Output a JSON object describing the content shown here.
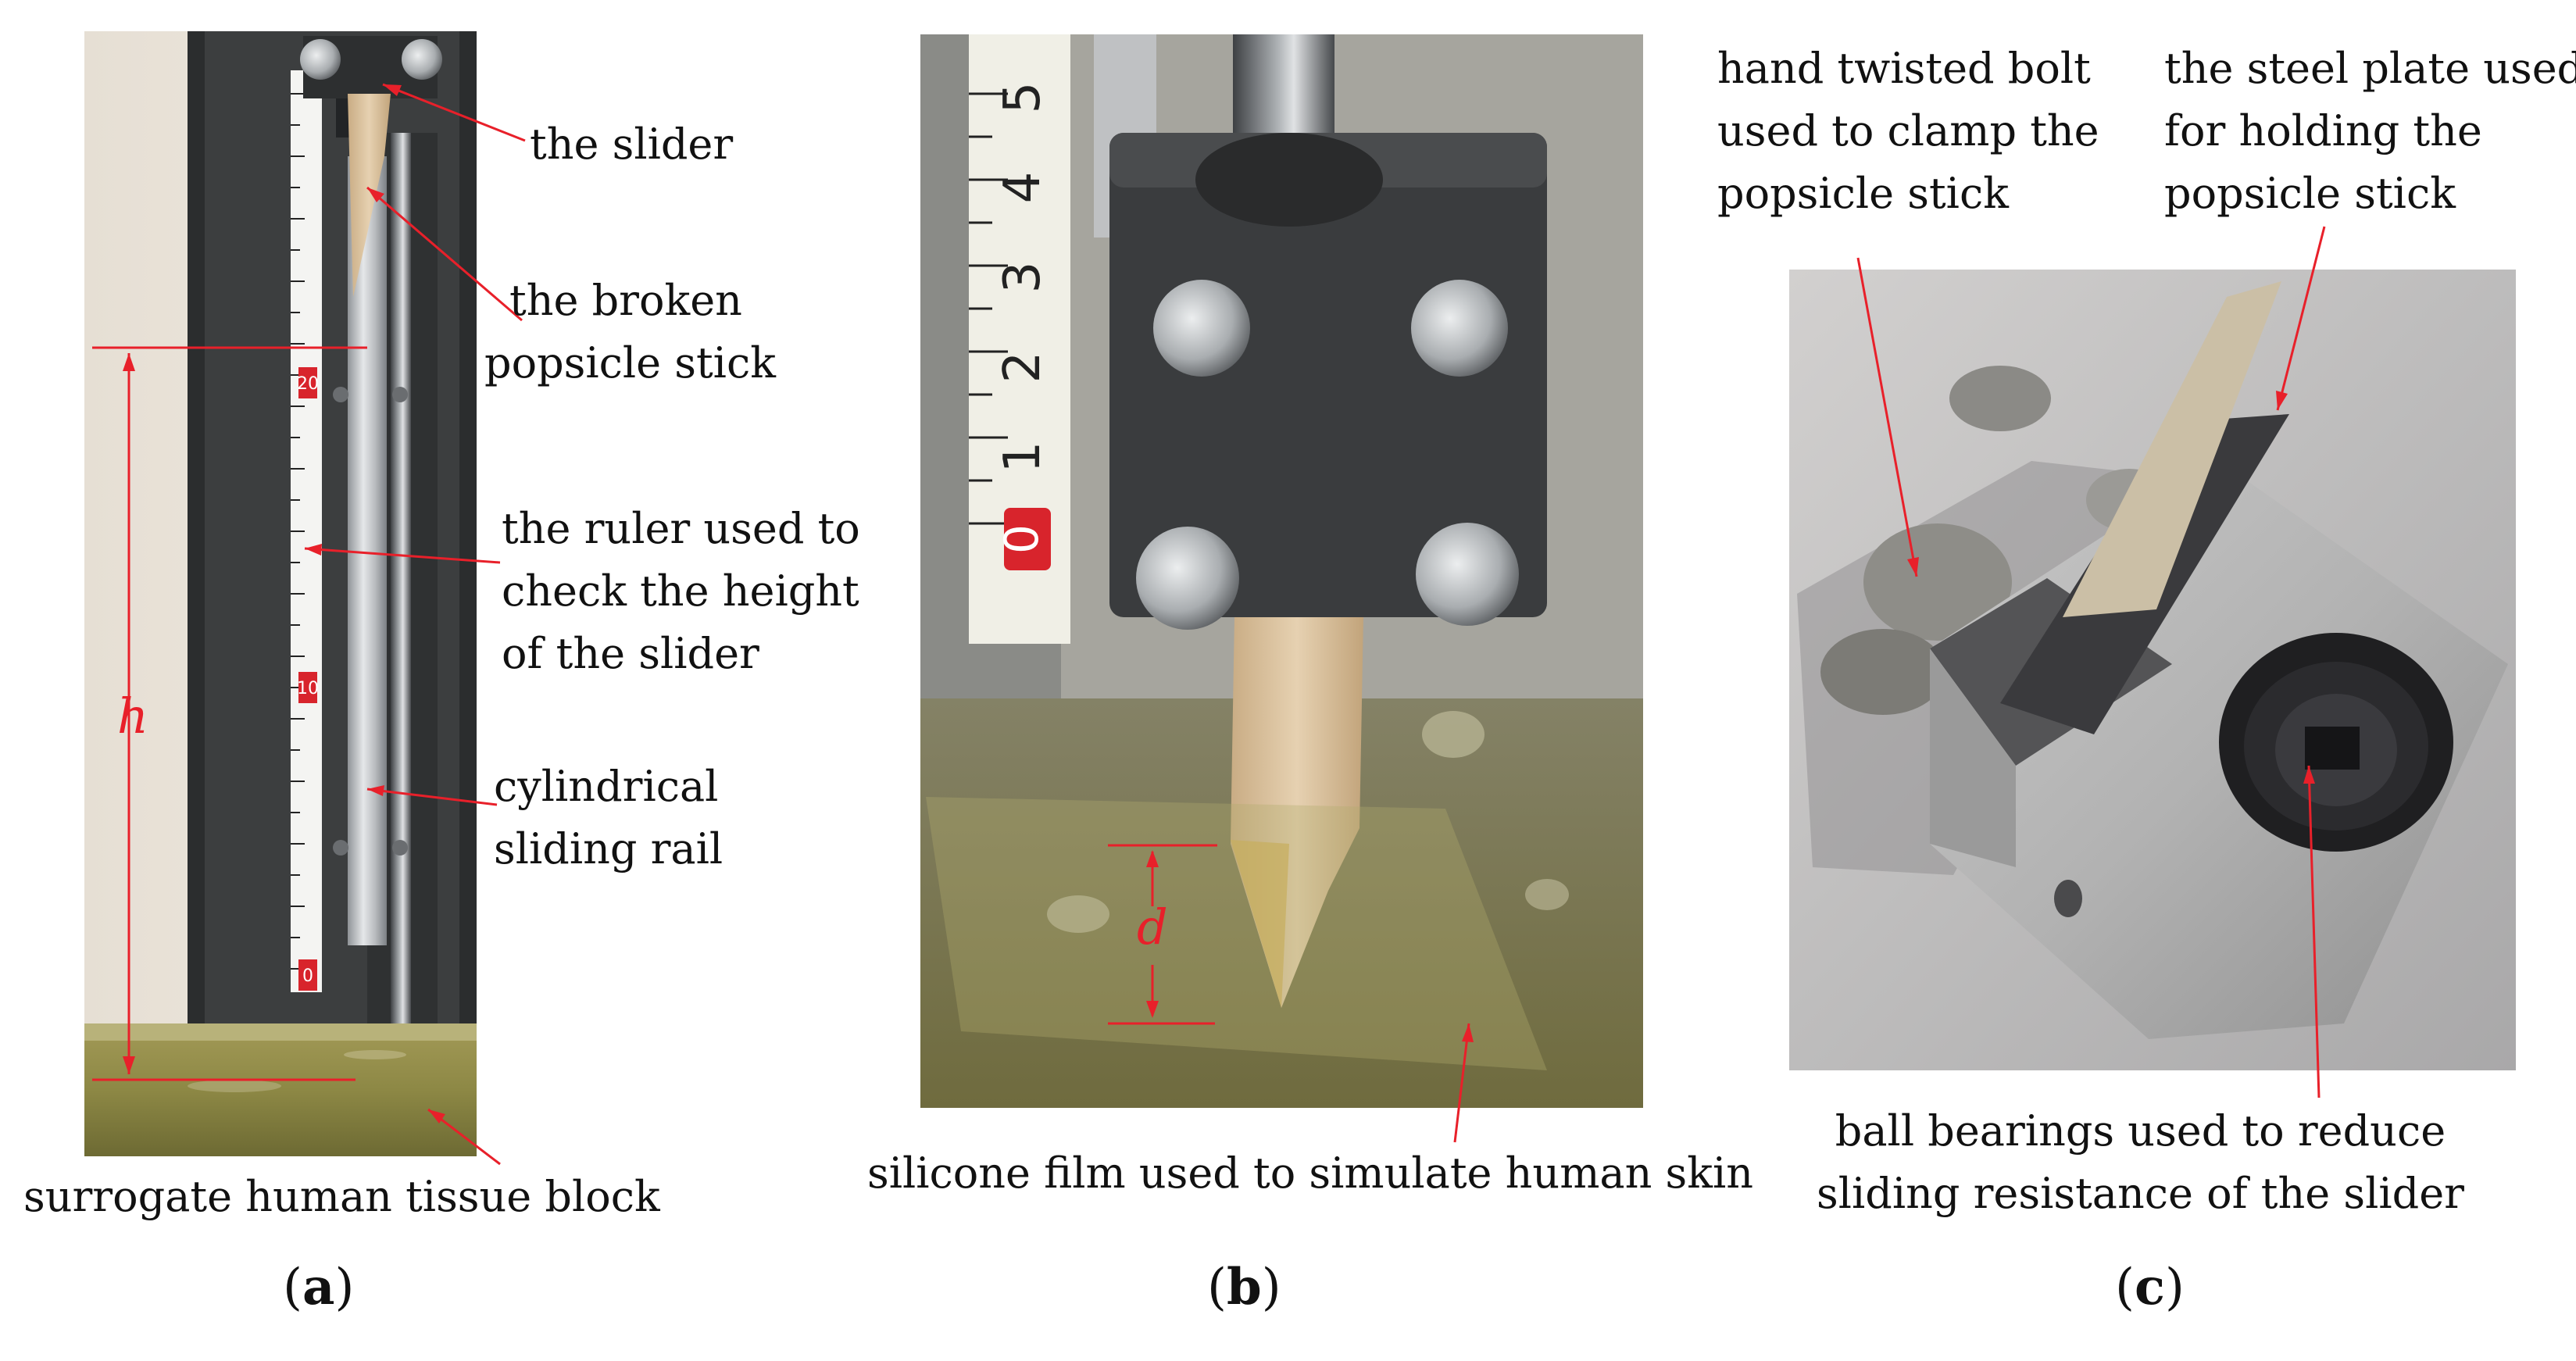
{
  "panel_a": {
    "labels": {
      "slider": "the slider",
      "broken_stick": [
        "the broken",
        "popsicle stick"
      ],
      "ruler": [
        "the ruler used to",
        "check the height",
        "of the slider"
      ],
      "rail": [
        "cylindrical",
        "sliding rail"
      ],
      "tissue": "surrogate human tissue block"
    },
    "dimension": "h",
    "ruler_numbers": [
      "20",
      "10",
      "0"
    ],
    "caption": {
      "open": "(",
      "letter": "a",
      "close": ")"
    }
  },
  "panel_b": {
    "labels": {
      "film": "silicone film used to simulate human skin"
    },
    "dimension": "d",
    "ruler_numbers": [
      "5",
      "4",
      "3",
      "2",
      "1",
      "0"
    ],
    "caption": {
      "open": "(",
      "letter": "b",
      "close": ")"
    }
  },
  "panel_c": {
    "labels": {
      "bolt": [
        "hand twisted bolt",
        "used to clamp the",
        "popsicle stick"
      ],
      "plate": [
        "the steel plate used",
        "for holding the",
        "popsicle stick"
      ],
      "bearings": [
        "ball bearings used to reduce",
        "sliding resistance of the slider"
      ]
    },
    "caption": {
      "open": "(",
      "letter": "c",
      "close": ")"
    }
  },
  "colors": {
    "annotation": "#e8202a",
    "text": "#111111"
  }
}
